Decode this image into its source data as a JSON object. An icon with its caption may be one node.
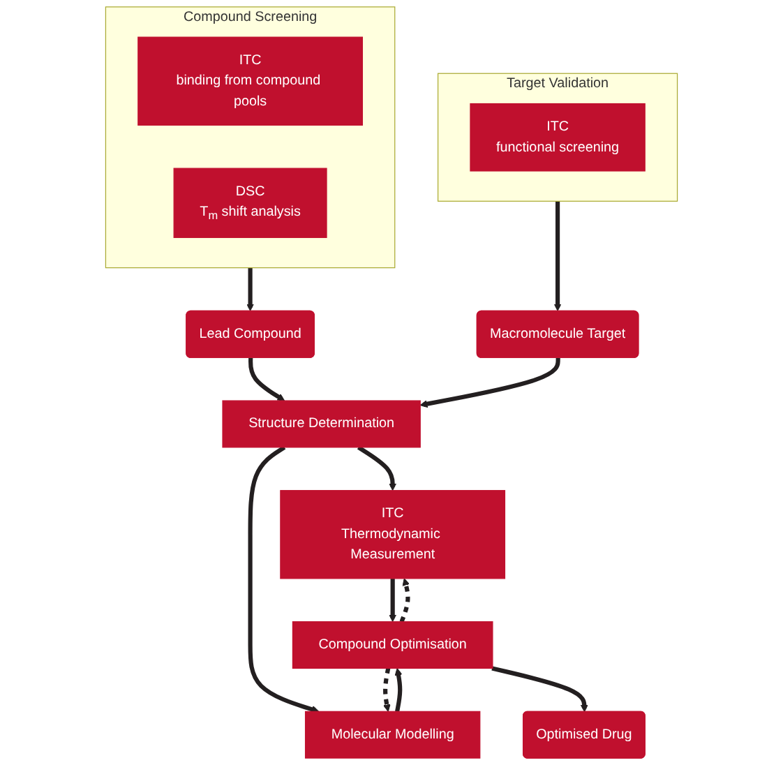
{
  "diagram": {
    "nodes": [
      {
        "text": [
          "Compound Screening"
        ]
      },
      {
        "text": [
          "ITC",
          "binding from compound pools"
        ],
        "in": 0
      },
      {
        "text": [
          "DSC",
          "T$_{m}$ shift analysis"
        ],
        "in": 0
      },
      {
        "text": [
          "Target Validation"
        ]
      },
      {
        "text": [
          "ITC",
          "functional screening"
        ],
        "in": 3
      },
      {
        "text": [
          "Lead Compound"
        ]
      },
      {
        "text": [
          "Macromolecule Target"
        ]
      },
      {
        "text": [
          "Structure Determination"
        ]
      },
      {
        "text": [
          "ITC",
          "Thermodynamic Measurement"
        ]
      },
      {
        "text": [
          "Molecular Modelling"
        ]
      },
      {
        "text": [
          "Compound Optimisation"
        ]
      },
      {
        "text": [
          "Optimised Drug"
        ]
      }
    ],
    "edges": [
      {
        "from": 0,
        "to": 5,
        "arrow": "to"
      },
      {
        "from": 3,
        "to": 6,
        "arrow": "to"
      },
      {
        "from": 5,
        "to": 7,
        "arrow": "to"
      },
      {
        "from": 6,
        "to": 7,
        "arrow": "to"
      },
      {
        "from": 7,
        "to": 8,
        "arrow": "to"
      },
      {
        "from": 7,
        "to": 9,
        "arrow": "to"
      },
      {
        "from": 8,
        "to": 10,
        "arrow": "to"
      },
      {
        "from": 9,
        "to": 10,
        "arrow": "to"
      },
      {
        "from": 10,
        "to": 8,
        "arrow": "to",
        "style": "dashed"
      },
      {
        "from": 10,
        "to": 9,
        "arrow": "to",
        "style": "dashed"
      },
      {
        "from": 10,
        "to": 11,
        "arrow": "to"
      }
    ]
  }
}
